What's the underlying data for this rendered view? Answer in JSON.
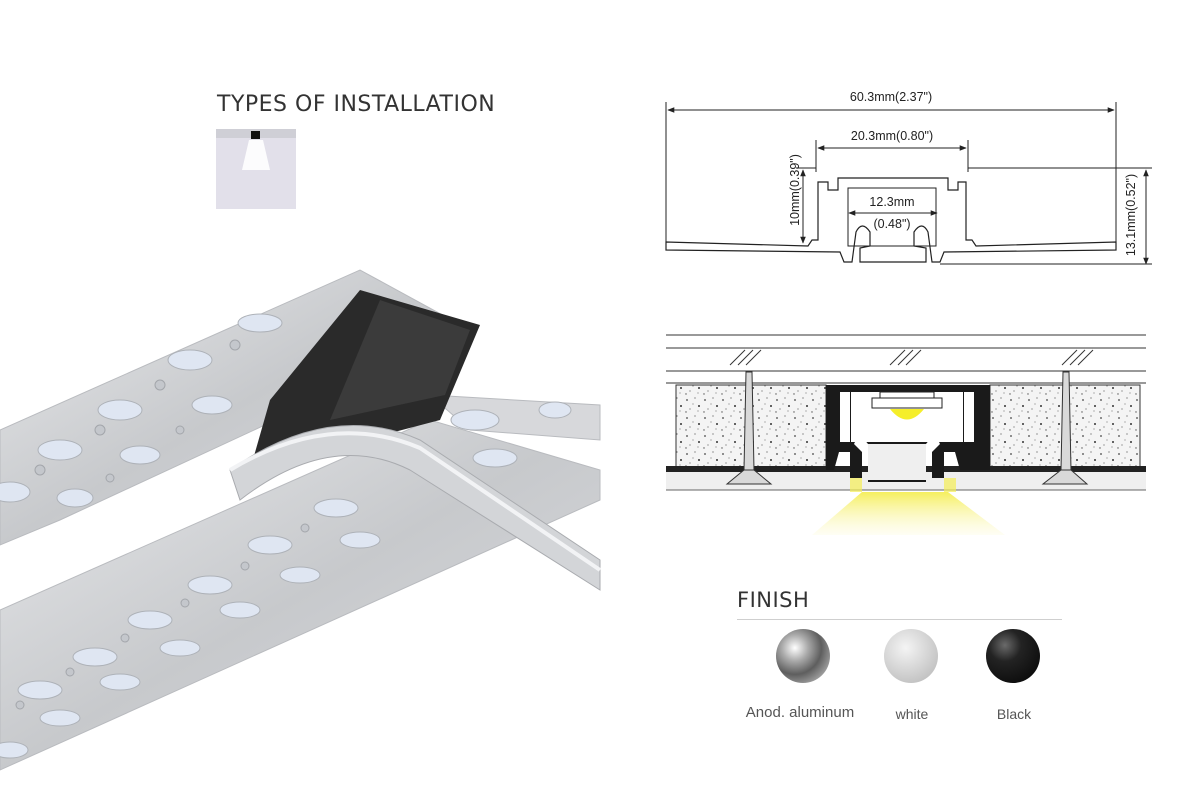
{
  "installation": {
    "title": "TYPES OF INSTALLATION"
  },
  "dimensions": {
    "overall_width": "60.3mm(2.37\")",
    "top_width": "20.3mm(0.80\")",
    "inner_width_mm": "12.3mm",
    "inner_width_in": "(0.48\")",
    "channel_height": "10mm(0.39\")",
    "overall_height": "13.1mm(0.52\")"
  },
  "finish": {
    "title": "FINISH",
    "options": [
      {
        "label": "Anod. aluminum",
        "color": "#8c8c8c"
      },
      {
        "label": "white",
        "color": "#d8d8d8"
      },
      {
        "label": "Black",
        "color": "#1c1c1c"
      }
    ]
  },
  "colors": {
    "light_beam": "#f7f07a",
    "profile": "#c9ccd0",
    "drywall": "#efefef"
  }
}
